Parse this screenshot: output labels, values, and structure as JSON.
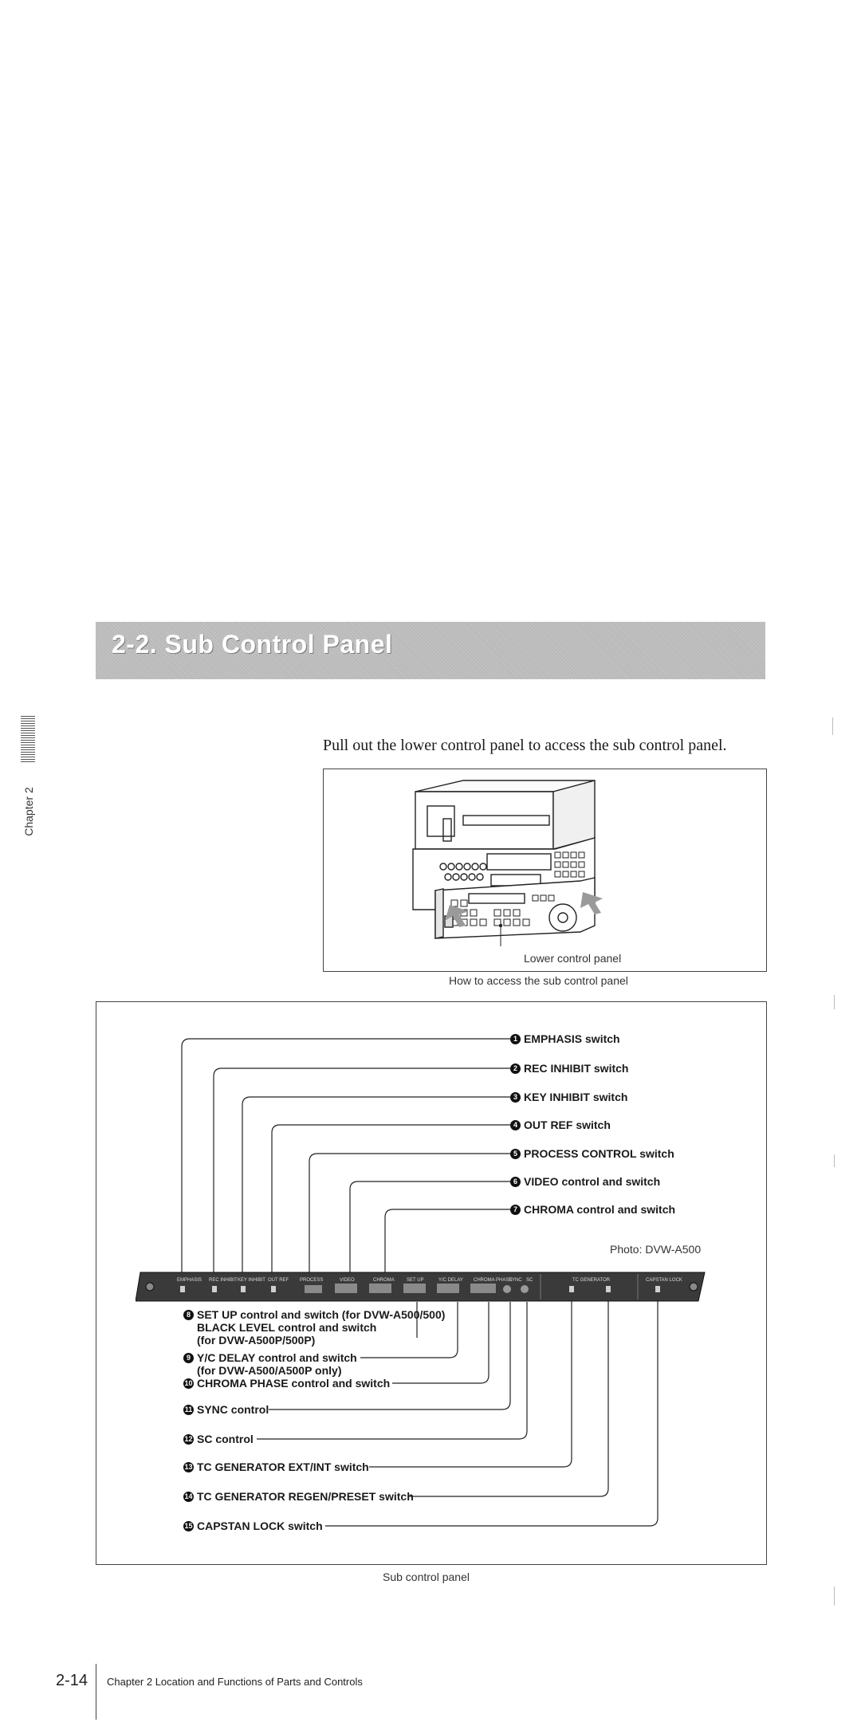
{
  "section": {
    "title": "2-2. Sub Control Panel"
  },
  "sidetab": {
    "label": "Chapter 2"
  },
  "intro": {
    "text": "Pull out the lower control panel to access the sub control panel."
  },
  "access_figure": {
    "callout": "Lower control panel",
    "caption": "How to access the sub control panel"
  },
  "panel_figure": {
    "photo_credit": "Photo: DVW-A500",
    "caption": "Sub control panel",
    "callouts": [
      {
        "num": "1",
        "line1": "EMPHASIS switch"
      },
      {
        "num": "2",
        "line1": "REC INHIBIT switch"
      },
      {
        "num": "3",
        "line1": "KEY INHIBIT switch"
      },
      {
        "num": "4",
        "line1": "OUT REF switch"
      },
      {
        "num": "5",
        "line1": "PROCESS CONTROL switch"
      },
      {
        "num": "6",
        "line1": "VIDEO control and switch"
      },
      {
        "num": "7",
        "line1": "CHROMA control and switch"
      },
      {
        "num": "8",
        "line1": "SET UP control and switch (for DVW-A500/500)",
        "line2": "BLACK LEVEL control and switch",
        "line3": "(for DVW-A500P/500P)"
      },
      {
        "num": "9",
        "line1": "Y/C DELAY control and switch",
        "line2": "(for DVW-A500/A500P only)"
      },
      {
        "num": "10",
        "line1": "CHROMA PHASE control and switch"
      },
      {
        "num": "11",
        "line1": "SYNC control"
      },
      {
        "num": "12",
        "line1": "SC control"
      },
      {
        "num": "13",
        "line1": "TC GENERATOR EXT/INT switch"
      },
      {
        "num": "14",
        "line1": "TC GENERATOR REGEN/PRESET switch"
      },
      {
        "num": "15",
        "line1": "CAPSTAN LOCK switch"
      }
    ],
    "strip_labels": [
      "EMPHASIS",
      "REC INHIBIT",
      "KEY INHIBIT",
      "OUT REF",
      "PROCESS",
      "VIDEO",
      "CHROMA",
      "SET UP",
      "Y/C DELAY",
      "CHROMA PHASE",
      "SYNC",
      "SC",
      "TC GENERATOR",
      "CAPSTAN LOCK"
    ]
  },
  "footer": {
    "page_number": "2-14",
    "chapter_text": "Chapter 2 Location and Functions of Parts and Controls"
  }
}
